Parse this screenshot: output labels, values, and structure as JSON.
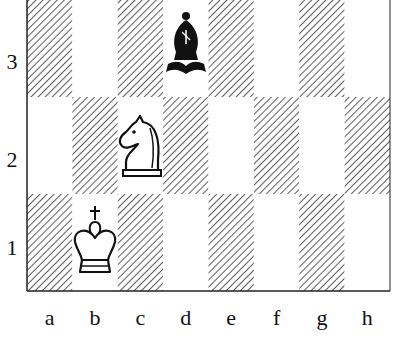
{
  "diagram": {
    "labels": [
      "3",
      "2",
      "1",
      "a",
      "b",
      "c",
      "d",
      "e",
      "f",
      "g",
      "h"
    ]
  }
}
